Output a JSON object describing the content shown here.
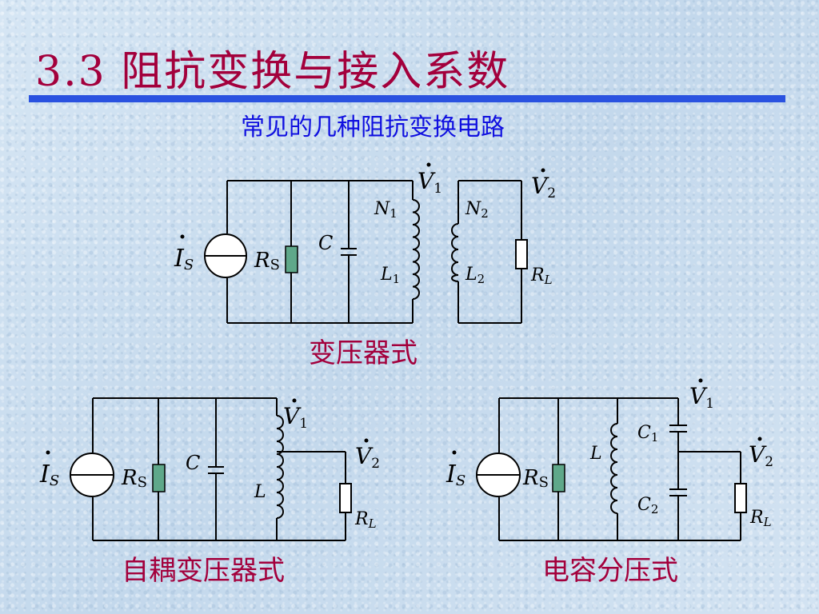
{
  "slide": {
    "title": "3.3 阻抗变换与接入系数",
    "subtitle": "常见的几种阻抗变换电路"
  },
  "circuits": {
    "transformer": {
      "caption": "变压器式",
      "labels": {
        "I": "I",
        "I_sub": "S",
        "R": "R",
        "R_sub": "S",
        "C": "C",
        "N1": "N",
        "N1_sub": "1",
        "N2": "N",
        "N2_sub": "2",
        "L1": "L",
        "L1_sub": "1",
        "L2": "L",
        "L2_sub": "2",
        "V1": "V",
        "V1_sub": "1",
        "V2": "V",
        "V2_sub": "2",
        "RL": "R",
        "RL_sub": "L"
      }
    },
    "autotransformer": {
      "caption": "自耦变压器式",
      "labels": {
        "I": "I",
        "I_sub": "S",
        "R": "R",
        "R_sub": "S",
        "C": "C",
        "L": "L",
        "V1": "V",
        "V1_sub": "1",
        "V2": "V",
        "V2_sub": "2",
        "RL": "R",
        "RL_sub": "L"
      }
    },
    "capacitive": {
      "caption": "电容分压式",
      "labels": {
        "I": "I",
        "I_sub": "S",
        "R": "R",
        "R_sub": "S",
        "L": "L",
        "C1": "C",
        "C1_sub": "1",
        "C2": "C",
        "C2_sub": "2",
        "V1": "V",
        "V1_sub": "1",
        "V2": "V",
        "V2_sub": "2",
        "RL": "R",
        "RL_sub": "L"
      }
    }
  },
  "colors": {
    "title": "#a3003c",
    "rule": "#2a52e0",
    "subtitle": "#1010e0",
    "resistor_rs": "#5fa88a"
  }
}
